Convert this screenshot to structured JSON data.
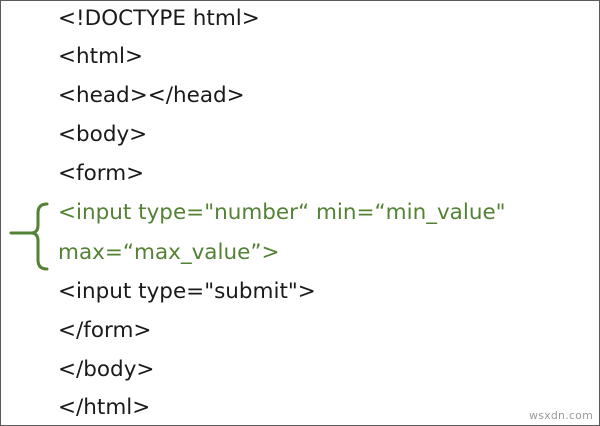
{
  "code_lines": [
    {
      "text": "<!DOCTYPE html>",
      "highlighted": false
    },
    {
      "text": "<html>",
      "highlighted": false
    },
    {
      "text": "<head></head>",
      "highlighted": false
    },
    {
      "text": "<body>",
      "highlighted": false
    },
    {
      "text": "<form>",
      "highlighted": false
    },
    {
      "text": "<input type=\"number“ min=“min_value\"",
      "highlighted": true
    },
    {
      "text": "max=“max_value”>",
      "highlighted": true
    },
    {
      "text": "<input type=\"submit\">",
      "highlighted": false
    },
    {
      "text": "</form>",
      "highlighted": false
    },
    {
      "text": "</body>",
      "highlighted": false
    },
    {
      "text": "</html>",
      "highlighted": false
    }
  ],
  "watermark": "wsxdn.com",
  "colors": {
    "text": "#1a1a1a",
    "highlight": "#548235",
    "brace": "#548235",
    "border": "#5a5a5a"
  },
  "brace_icon": "curly-brace-icon"
}
